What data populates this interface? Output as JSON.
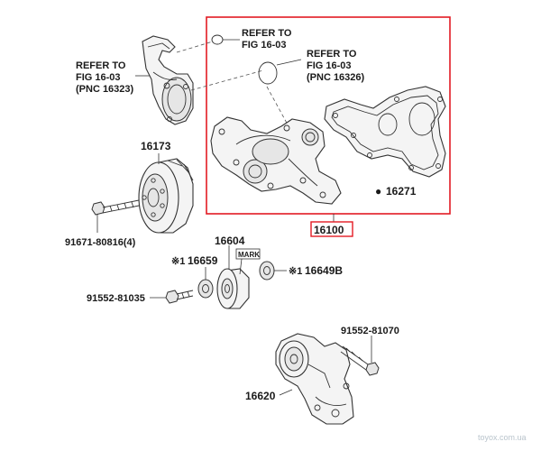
{
  "callouts": {
    "refer_upper_left": [
      "REFER TO",
      "FIG 16-03",
      "(PNC 16323)"
    ],
    "refer_top_center": [
      "REFER TO",
      "FIG 16-03"
    ],
    "refer_top_right": [
      "REFER TO",
      "FIG 16-03",
      "(PNC 16326)"
    ]
  },
  "parts": {
    "pulley": "16173",
    "bolt_pulley": "91671-80816(4)",
    "gasket": "16271",
    "gasket_marker": "●",
    "water_pump_assy": "16100",
    "idler_pulley": "16604",
    "mark_tag": "MARK",
    "plate_front": "16659",
    "plate_front_marker": "※1",
    "plate_rear": "16649B",
    "plate_rear_marker": "※1",
    "bolt_idler": "91552-81035",
    "bolt_tensioner": "91552-81070",
    "tensioner": "16620"
  },
  "watermark": "toyox.com.ua",
  "colors": {
    "highlight_box": "#e31b23",
    "line": "#333333",
    "watermark": "#b9c4cc"
  }
}
